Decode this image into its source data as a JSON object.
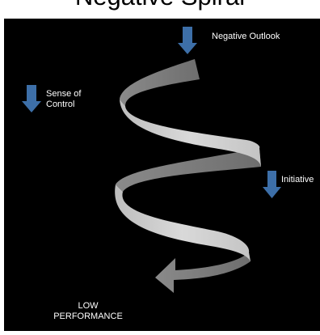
{
  "title": "Negative Spiral",
  "labels": {
    "negative_outlook": "Negative Outlook",
    "sense_of_control_1": "Sense of",
    "sense_of_control_2": "Control",
    "initiative": "Initiative",
    "low_1": "LOW",
    "low_2": "PERFORMANCE"
  },
  "colors": {
    "background": "#000000",
    "ribbon_front": "#c8c8c8",
    "ribbon_back": "#7a7a7a",
    "arrow": "#3d6fa8"
  }
}
